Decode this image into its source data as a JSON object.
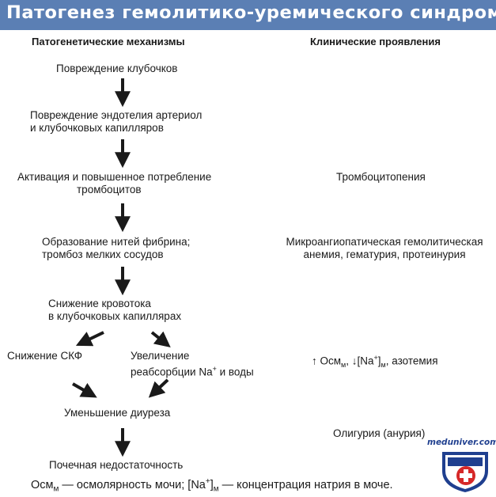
{
  "title": "Патогенез гемолитико-уремического синдрома",
  "headers": {
    "left": "Патогенетические механизмы",
    "right": "Клинические проявления"
  },
  "steps": {
    "s1": "Повреждение клубочков",
    "s2_l1": "Повреждение эндотелия артериол",
    "s2_l2": "и клубочковых капилляров",
    "s3_l1": "Активация и повышенное потребление",
    "s3_l2": "тромбоцитов",
    "s4_l1": "Образование нитей фибрина;",
    "s4_l2": "тромбоз мелких сосудов",
    "s5_l1": "Снижение кровотока",
    "s5_l2": "в клубочковых капиллярах",
    "s6a": "Снижение СКФ",
    "s6b_l1": "Увеличение",
    "s6b_l2_pre": "реабсорбции Na",
    "s6b_l2_sup": "+",
    "s6b_l2_post": " и воды",
    "s7": "Уменьшение диуреза",
    "s8": "Почечная недостаточность"
  },
  "clinical": {
    "c1": "Тромбоцитопения",
    "c2_l1": "Микроангиопатическая гемолитическая",
    "c2_l2": "анемия, гематурия, протеинурия",
    "c3_arrow_up": "↑",
    "c3_osm": " Осм",
    "c3_sub_m1": "м",
    "c3_sep": ", ",
    "c3_arrow_down": "↓",
    "c3_na": "[Na",
    "c3_sup": "+",
    "c3_bracket": "]",
    "c3_sub_m2": "м",
    "c3_tail": ", азотемия",
    "c4": "Олигурия (анурия)"
  },
  "footnote": {
    "osm": "Осм",
    "sub1": "м",
    "mid": " — осмолярность мочи; [Na",
    "sup": "+",
    "br": "]",
    "sub2": "м",
    "tail": " — концентрация натрия в моче."
  },
  "logo": {
    "text": "meduniver.com"
  },
  "colors": {
    "title_bg": "#5b7fb4",
    "arrow": "#1a1a1a",
    "logo_blue": "#1f3f8f",
    "logo_red": "#d62828"
  }
}
